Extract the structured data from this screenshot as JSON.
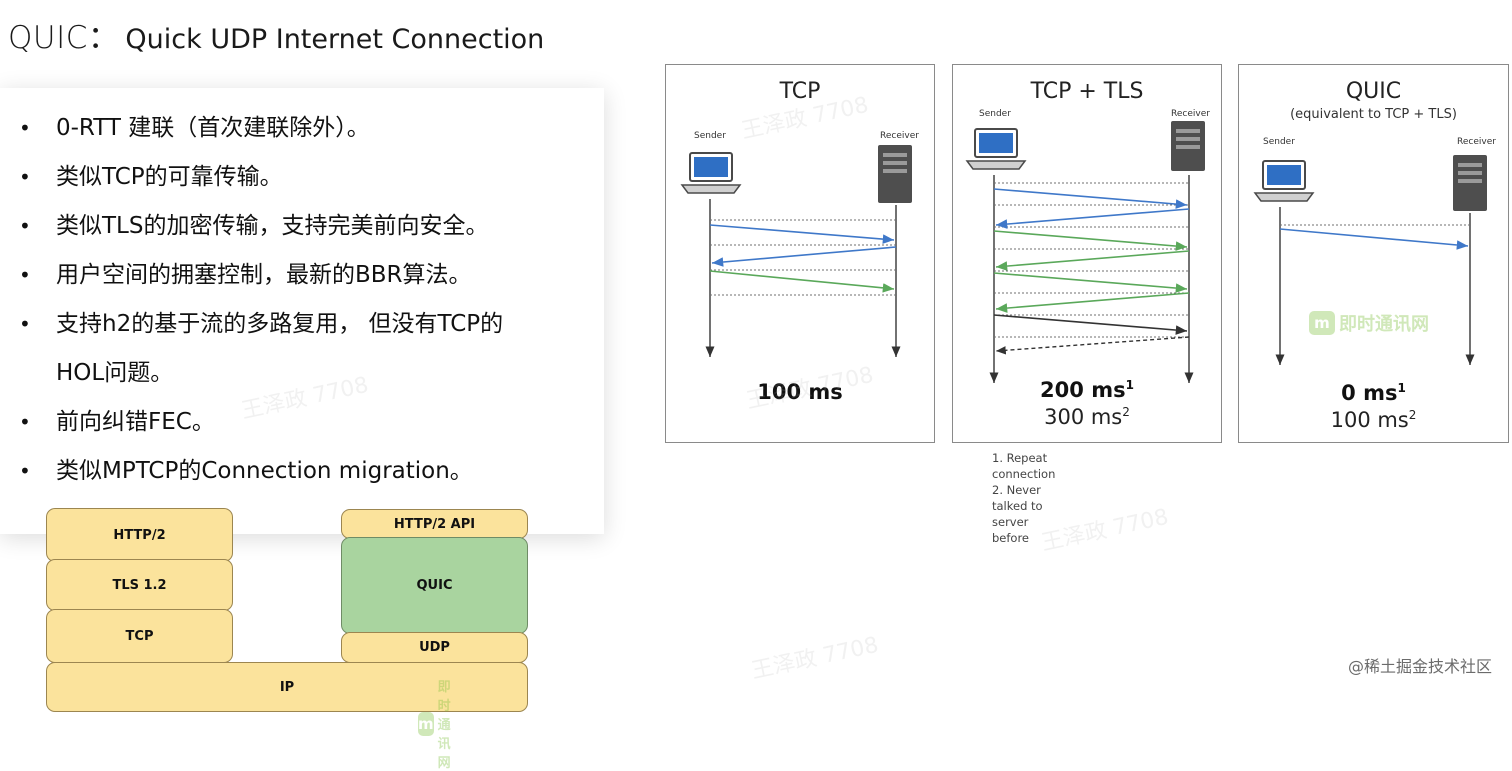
{
  "header": {
    "title_prefix": "QUIC：",
    "title_main": "Quick UDP Internet Connection"
  },
  "features": {
    "bullet_glyph": "•",
    "items": [
      "0-RTT 建联（首次建联除外）。",
      "类似TCP的可靠传输。",
      "类似TLS的加密传输，支持完美前向安全。",
      "用户空间的拥塞控制，最新的BBR算法。",
      "支持h2的基于流的多路复用， 但没有TCP的",
      "HOL问题。",
      "前向纠错FEC。",
      "类似MPTCP的Connection migration。"
    ]
  },
  "protocol_stack": {
    "left": {
      "http2": "HTTP/2",
      "tls": "TLS 1.2",
      "tcp": "TCP"
    },
    "right": {
      "http2_api": "HTTP/2 API",
      "quic": "QUIC",
      "udp": "UDP"
    },
    "ip": "IP"
  },
  "handshake_diagram": {
    "panels": [
      {
        "title": "TCP",
        "subtitle": "",
        "sender": "Sender",
        "receiver": "Receiver",
        "time_main": "100 ms",
        "time_main_mark": "",
        "time_sub": "",
        "time_sub_mark": ""
      },
      {
        "title": "TCP + TLS",
        "subtitle": "",
        "sender": "Sender",
        "receiver": "Receiver",
        "time_main": "200 ms",
        "time_main_mark": "1",
        "time_sub": "300 ms",
        "time_sub_mark": "2"
      },
      {
        "title": "QUIC",
        "subtitle": "(equivalent to TCP + TLS)",
        "sender": "Sender",
        "receiver": "Receiver",
        "time_main": "0 ms",
        "time_main_mark": "1",
        "time_sub": "100 ms",
        "time_sub_mark": "2"
      }
    ],
    "footnotes": [
      "1. Repeat connection",
      "2. Never talked to server before"
    ],
    "colors": {
      "blue": "#3f78c9",
      "green": "#5aa85a",
      "black": "#333333",
      "dash": "#6f6f6f"
    }
  },
  "branding": {
    "im_logo_text": "即时通讯网",
    "watermark_text": "王泽政 7708",
    "credit": "@稀土掘金技术社区"
  }
}
